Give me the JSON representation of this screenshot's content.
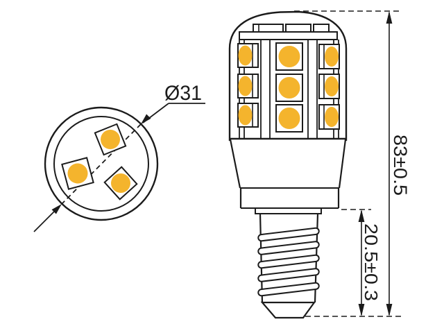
{
  "drawing": {
    "labels": {
      "diameter": "Ø31",
      "total_height": "83±0.5",
      "base_height": "20.5±0.3"
    },
    "colors": {
      "led": "#F4B42D",
      "line": "#1B1B1B",
      "background": "#FFFFFF"
    }
  }
}
